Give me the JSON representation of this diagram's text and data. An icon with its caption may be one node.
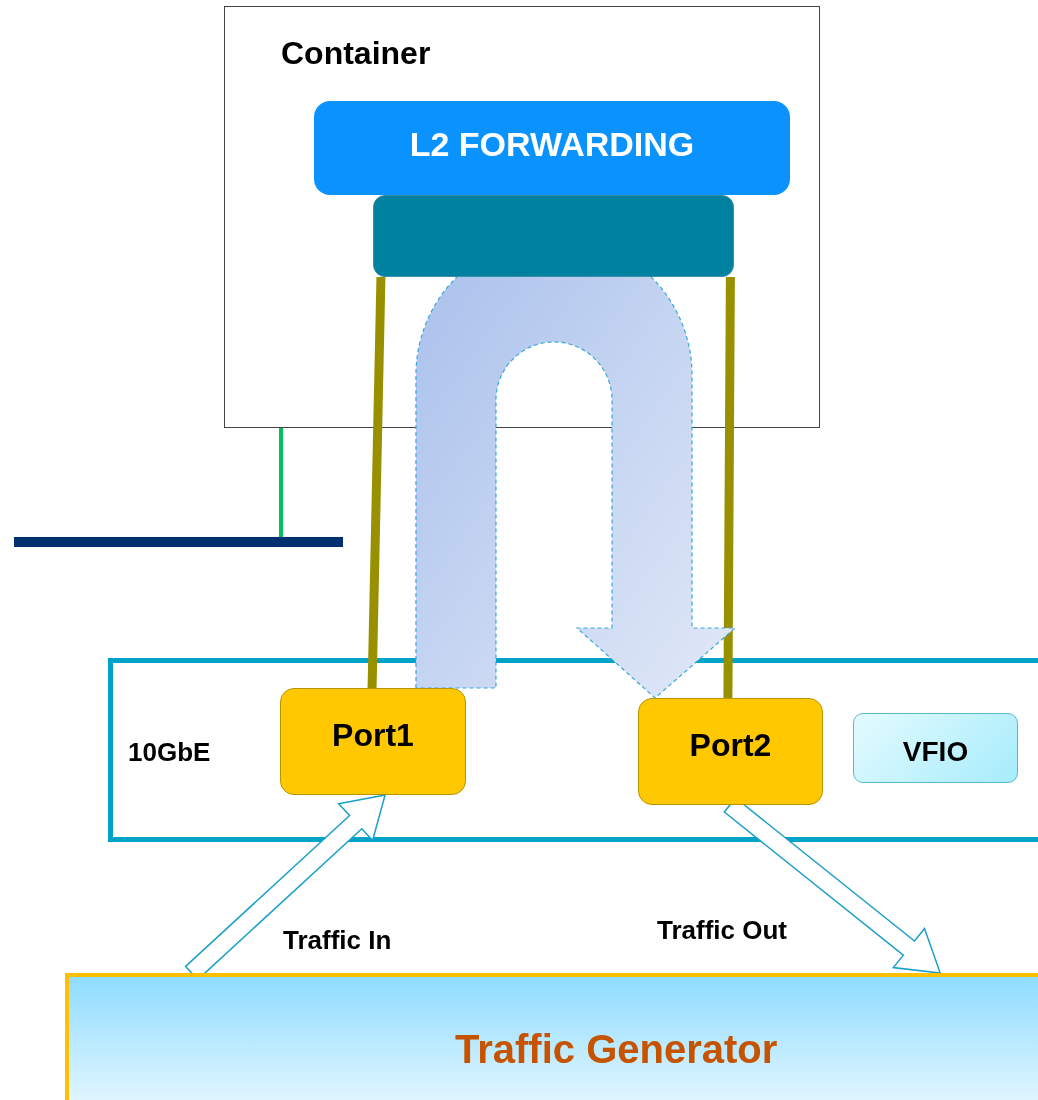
{
  "diagram": {
    "nodes": [
      {
        "text": [
          "Container"
        ]
      },
      {
        "text": [
          "L2 FORWARDING"
        ],
        "in": 0
      },
      {
        "text": [],
        "shape": "box",
        "in": 0
      },
      {
        "text": [],
        "shape": "bar"
      },
      {
        "text": [
          "10GbE"
        ]
      },
      {
        "text": [
          "Port1"
        ],
        "in": 4
      },
      {
        "text": [
          "Port2"
        ],
        "in": 4
      },
      {
        "text": [
          "VFIO"
        ],
        "in": 4
      },
      {
        "text": [
          "Traffic Generator"
        ]
      }
    ],
    "edges": [
      {
        "from": 0,
        "to": 3,
        "arrow": "none",
        "color": "#00c060"
      },
      {
        "from": 2,
        "to": 5,
        "arrow": "none",
        "color": "#999000"
      },
      {
        "from": 2,
        "to": 6,
        "arrow": "none",
        "color": "#999000"
      },
      {
        "from": 5,
        "to": 6,
        "arrow": "to",
        "style": "dashed",
        "color": "#3aa8d8"
      },
      {
        "from": 8,
        "to": 5,
        "arrow": "to",
        "label": "Traffic In",
        "color": "#1a9fc9"
      },
      {
        "from": 6,
        "to": 8,
        "arrow": "to",
        "label": "Traffic Out",
        "color": "#1a9fc9"
      }
    ]
  }
}
